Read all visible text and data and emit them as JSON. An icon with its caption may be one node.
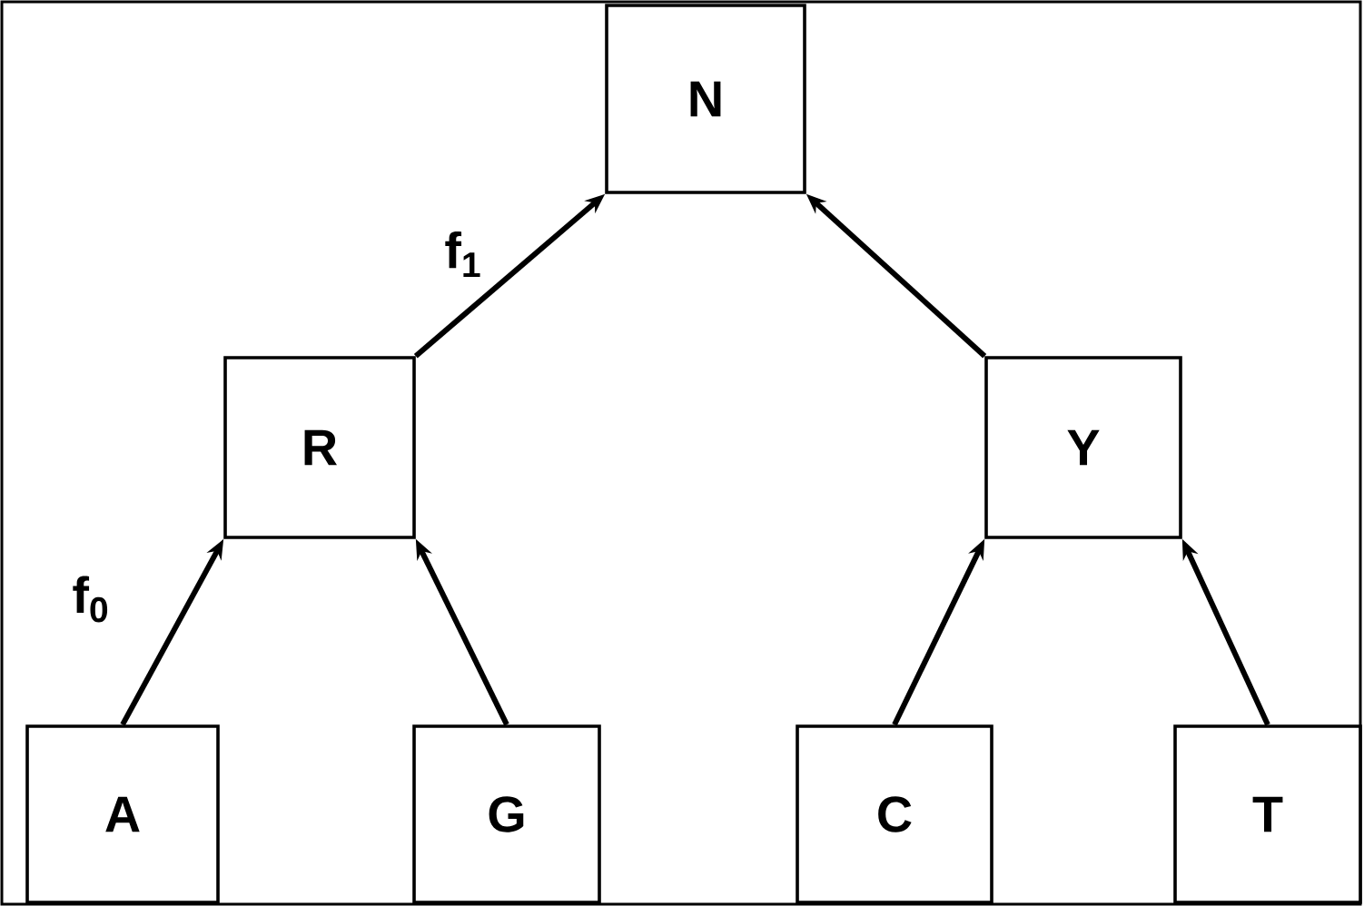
{
  "diagram": {
    "nodes": [
      {
        "text": [
          "N"
        ]
      },
      {
        "text": [
          "R"
        ]
      },
      {
        "text": [
          "Y"
        ]
      },
      {
        "text": [
          "A"
        ]
      },
      {
        "text": [
          "G"
        ]
      },
      {
        "text": [
          "C"
        ]
      },
      {
        "text": [
          "T"
        ]
      }
    ],
    "edges": [
      {
        "from": 3,
        "to": 1,
        "arrow": "to",
        "label": "f$_{0}$"
      },
      {
        "from": 4,
        "to": 1,
        "arrow": "to"
      },
      {
        "from": 1,
        "to": 0,
        "arrow": "to",
        "label": "f$_{1}$"
      },
      {
        "from": 5,
        "to": 2,
        "arrow": "to"
      },
      {
        "from": 6,
        "to": 2,
        "arrow": "to"
      },
      {
        "from": 2,
        "to": 0,
        "arrow": "to"
      }
    ]
  }
}
